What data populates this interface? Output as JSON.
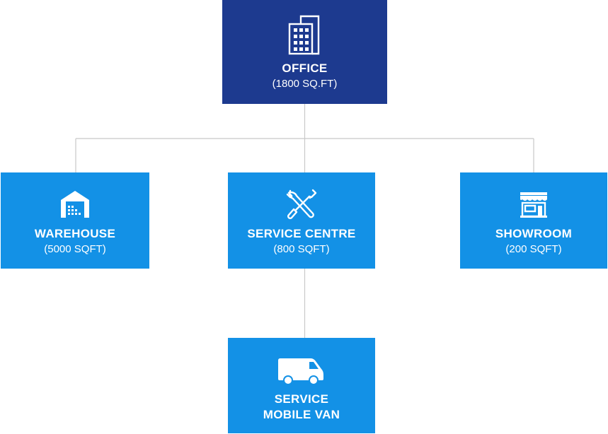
{
  "colors": {
    "primary_dark": "#1d3a8f",
    "primary_light": "#1391e6",
    "connector": "#c8c8c8",
    "text": "#ffffff"
  },
  "nodes": {
    "office": {
      "icon": "office-building-icon",
      "title": "OFFICE",
      "subtitle": "(1800 SQ.FT)"
    },
    "warehouse": {
      "icon": "warehouse-icon",
      "title": "WAREHOUSE",
      "subtitle": "(5000 SQFT)"
    },
    "service_centre": {
      "icon": "wrench-screwdriver-icon",
      "title": "SERVICE CENTRE",
      "subtitle": "(800 SQFT)"
    },
    "showroom": {
      "icon": "storefront-icon",
      "title": "SHOWROOM",
      "subtitle": "(200 SQFT)"
    },
    "service_van": {
      "icon": "van-icon",
      "title_line1": "SERVICE",
      "title_line2": "MOBILE VAN"
    }
  },
  "edges": [
    {
      "from": "OFFICE",
      "to": "WAREHOUSE"
    },
    {
      "from": "OFFICE",
      "to": "SERVICE CENTRE"
    },
    {
      "from": "OFFICE",
      "to": "SHOWROOM"
    },
    {
      "from": "SERVICE CENTRE",
      "to": "SERVICE MOBILE VAN"
    }
  ]
}
